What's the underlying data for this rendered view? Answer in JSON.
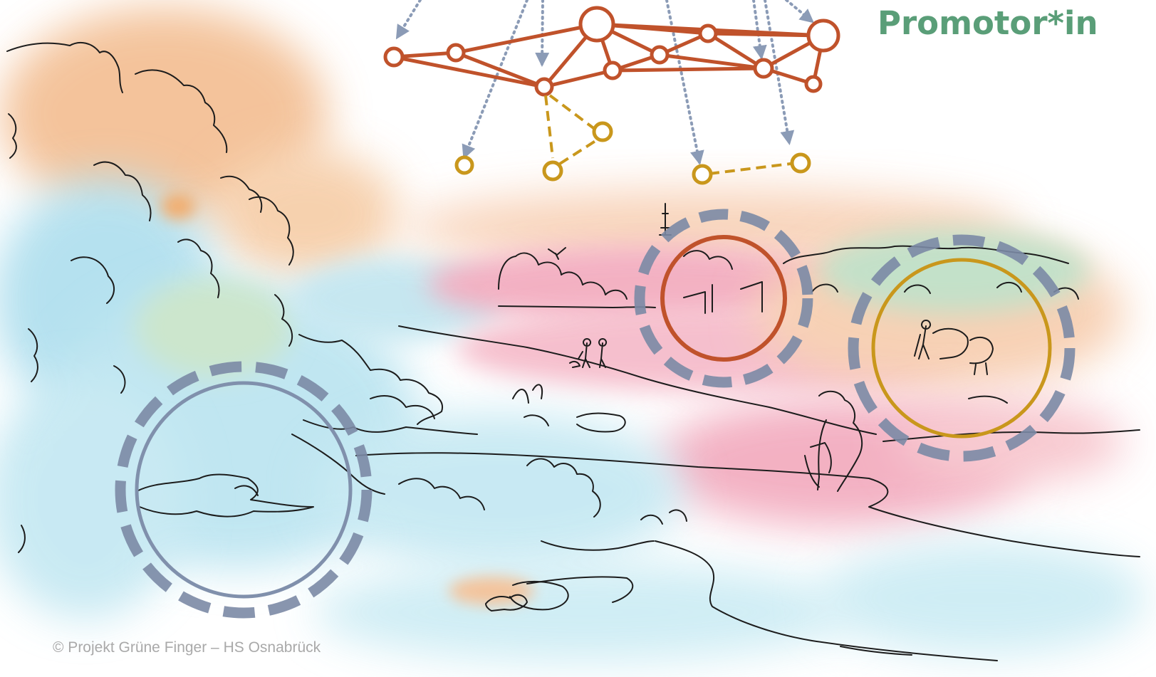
{
  "title": "Promotor*in",
  "credit": "© Projekt Grüne Finger – HS Osnabrück",
  "colors": {
    "network_main": "#c0522b",
    "network_sub": "#c9971c",
    "arrows": "#8b9bb6",
    "dashed_rings": "#7b8aa5",
    "ring_water": "#8090ac",
    "ring_town": "#c0522b",
    "ring_meadow": "#c9971c",
    "title": "#5a9e78",
    "wash_orange": "#f2b98a",
    "wash_blue": "#a8dcec",
    "wash_pink": "#f1a3b8",
    "wash_green": "#b9dcc0"
  },
  "icons": [
    "network-diagram",
    "watercolor-landscape",
    "trees-sketch",
    "town-sketch",
    "dog-walkers-sketch",
    "person-bending-sketch",
    "sheep-herder-sketch",
    "frog-sketch",
    "bird-sketch",
    "stream-sketch"
  ]
}
